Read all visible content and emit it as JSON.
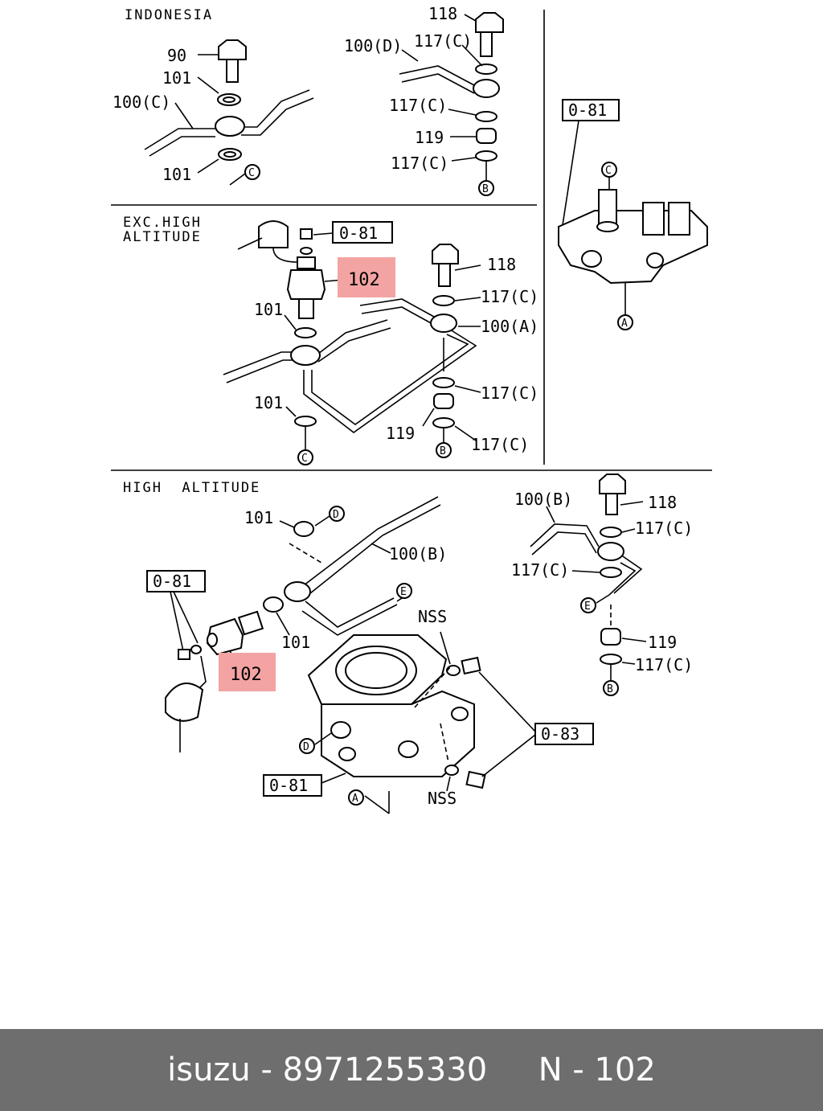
{
  "sections": {
    "indonesia": "INDONESIA",
    "exc_high_altitude_line1": "EXC.HIGH",
    "exc_high_altitude_line2": "ALTITUDE",
    "high_altitude": "HIGH  ALTITUDE"
  },
  "labels": {
    "p118": "118",
    "p90": "90",
    "p101": "101",
    "p100a": "100(A)",
    "p100b": "100(B)",
    "p100c": "100(C)",
    "p100d": "100(D)",
    "p117c": "117(C)",
    "p119": "119",
    "p102": "102",
    "nss": "NSS",
    "ref081": "0-81",
    "ref083": "0-83"
  },
  "markers": {
    "a": "A",
    "b": "B",
    "c": "C",
    "d": "D",
    "e": "E"
  },
  "highlight_color": "#f4a3a3",
  "footer": {
    "brand": "isuzu",
    "separator": "-",
    "part_number": "8971255330",
    "ref": "N - 102"
  }
}
